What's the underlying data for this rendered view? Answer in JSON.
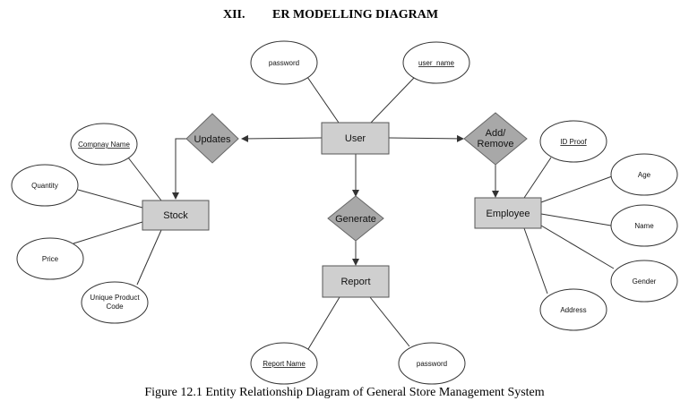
{
  "heading": {
    "number": "XII.",
    "title": "ER MODELLING DIAGRAM"
  },
  "caption": "Figure 12.1 Entity Relationship Diagram of General Store Management System",
  "entities": {
    "user": "User",
    "stock": "Stock",
    "employee": "Employee",
    "report": "Report"
  },
  "relationships": {
    "updates": "Updates",
    "add_remove": [
      "Add/",
      "Remove"
    ],
    "generate": "Generate"
  },
  "attributes": {
    "user_password": "password",
    "user_name": "user_name",
    "company_name": "Compnay Name",
    "quantity": "Quantity",
    "price": "Price",
    "unique_code": [
      "Unique Product",
      "Code"
    ],
    "id_proof": "ID Proof",
    "age": "Age",
    "name": "Name",
    "gender": "Gender",
    "address": "Address",
    "report_name": "Report Name",
    "report_password": "password"
  }
}
